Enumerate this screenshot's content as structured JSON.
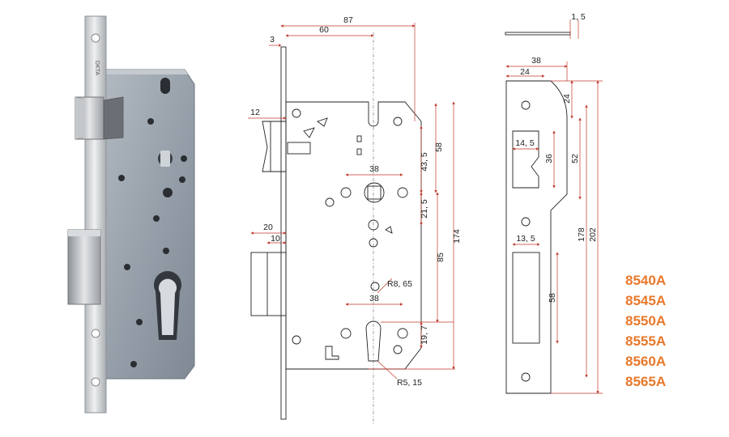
{
  "photo": {
    "engraving": "DKTA"
  },
  "front_view": {
    "dims": {
      "width_total": "87",
      "backset": "60",
      "faceplate_thickness": "3",
      "latch_projection": "12",
      "bolt_projection": "20",
      "bolt_width": "10",
      "follower_spacing": "38",
      "cylinder_spacing": "38",
      "follower_offset_a": "43, 5",
      "follower_offset_b": "58",
      "follower_to_hole": "21, 5",
      "center_distance": "85",
      "body_height": "174",
      "cyl_to_bottom": "19, 7",
      "radius_top": "R8, 65",
      "radius_bottom": "R5, 15"
    }
  },
  "strike_view": {
    "dims": {
      "thickness": "1, 5",
      "width": "38",
      "edge": "24",
      "latch_top": "24",
      "latch_width": "14, 5",
      "latch_height": "36",
      "latch_span": "52",
      "bolt_width": "13, 5",
      "bolt_height": "58",
      "hole_span": "178",
      "total_height": "202"
    }
  },
  "models": [
    "8540A",
    "8545A",
    "8550A",
    "8555A",
    "8560A",
    "8565A"
  ],
  "colors": {
    "model_text": "#e8782a",
    "dimension_line": "#c0392b",
    "lock_body": "#9aa3ad",
    "faceplate": "#c9ccce"
  }
}
